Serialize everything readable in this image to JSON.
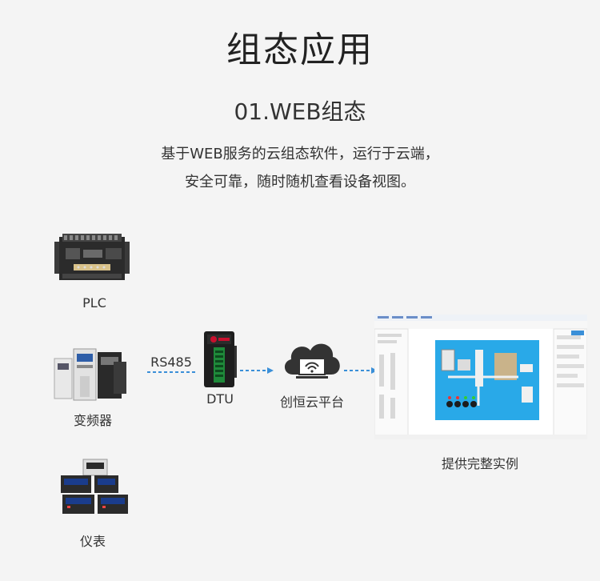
{
  "header": {
    "title": "组态应用",
    "section_title": "01.WEB组态",
    "description_line1": "基于WEB服务的云组态软件，运行于云端，",
    "description_line2": "安全可靠，随时随机查看设备视图。"
  },
  "devices": {
    "plc_label": "PLC",
    "inverter_label": "变频器",
    "instrument_label": "仪表"
  },
  "link": {
    "protocol_label": "RS485"
  },
  "dtu": {
    "label": "DTU"
  },
  "cloud": {
    "label": "创恒云平台"
  },
  "example": {
    "caption": "提供完整实例"
  },
  "colors": {
    "arrow": "#3a8fd8",
    "canvas_blue": "#29a9e8",
    "dtu_red": "#c8102e",
    "background": "#f4f4f4"
  }
}
